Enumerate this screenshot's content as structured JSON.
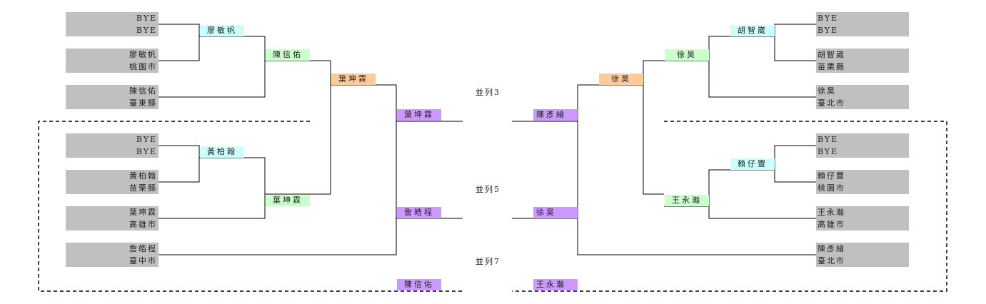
{
  "left": {
    "entries": [
      {
        "name": "BYE",
        "team": "BYE"
      },
      {
        "name": "廖敏帆",
        "team": "桃園市"
      },
      {
        "name": "陳信佑",
        "team": "臺東縣"
      },
      {
        "name": "BYE",
        "team": "BYE"
      },
      {
        "name": "黃柏翰",
        "team": "苗栗縣"
      },
      {
        "name": "葉坤霖",
        "team": "高雄市"
      },
      {
        "name": "詹皓程",
        "team": "臺中市"
      }
    ],
    "round1": [
      "廖敏帆",
      "黃柏翰"
    ],
    "round2": [
      "陳信佑",
      "葉坤霖"
    ],
    "round3": [
      "葉坤霖"
    ],
    "placements": [
      "葉坤霖",
      "詹皓程",
      "陳信佑"
    ]
  },
  "right": {
    "entries": [
      {
        "name": "BYE",
        "team": "BYE"
      },
      {
        "name": "胡智崴",
        "team": "苗栗縣"
      },
      {
        "name": "徐昊",
        "team": "臺北市"
      },
      {
        "name": "BYE",
        "team": "BYE"
      },
      {
        "name": "賴仔豐",
        "team": "桃園市"
      },
      {
        "name": "王永瀚",
        "team": "高雄市"
      },
      {
        "name": "陳彥綸",
        "team": "臺北市"
      }
    ],
    "round1": [
      "胡智崴",
      "賴仔豐"
    ],
    "round2": [
      "徐昊",
      "王永瀚"
    ],
    "round3": [
      "徐昊"
    ],
    "placements": [
      "陳彥綸",
      "徐昊",
      "王永瀚"
    ]
  },
  "ties": [
    "並列3",
    "並列5",
    "並列7"
  ],
  "colors": {
    "entry_box": "#c0c0c0",
    "round1": "#ccffff",
    "round2": "#ccffcc",
    "round3": "#ffcc99",
    "placement": "#cc99ff"
  }
}
